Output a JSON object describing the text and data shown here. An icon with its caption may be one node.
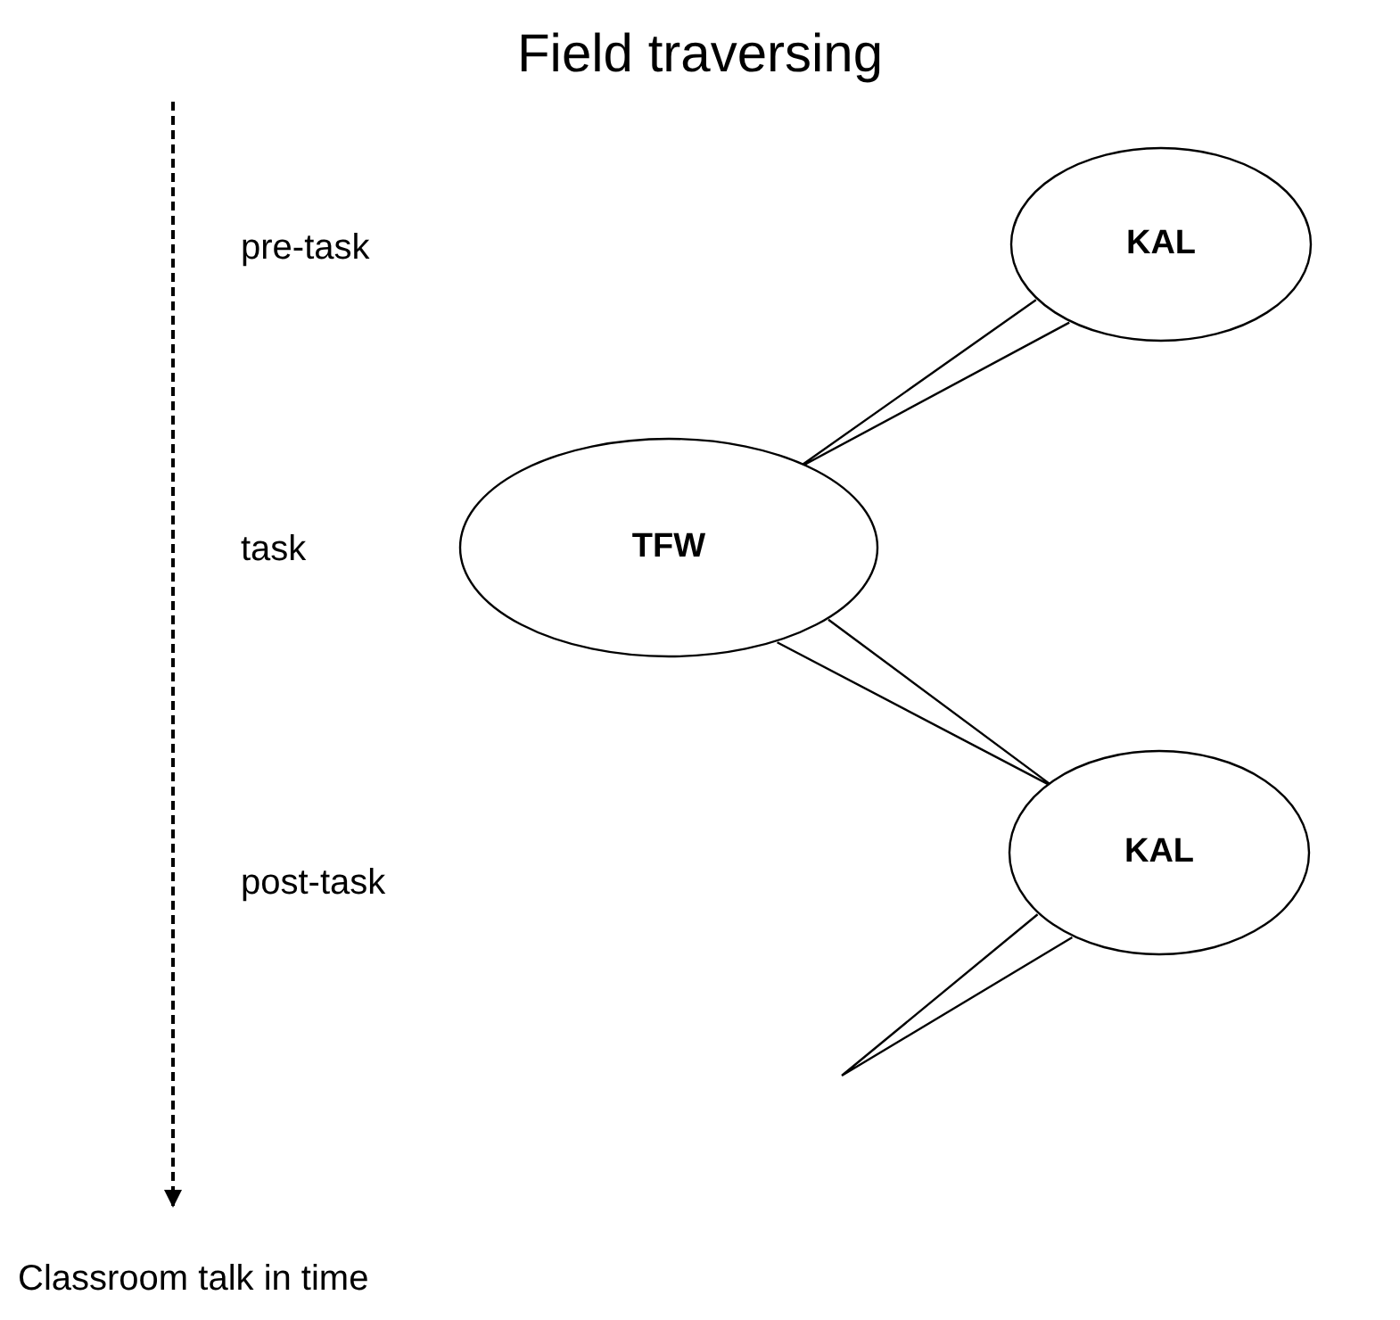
{
  "diagram": {
    "title": "Field traversing",
    "nodes": [
      {
        "text": [
          "KAL"
        ]
      },
      {
        "text": [
          "TFW"
        ]
      },
      {
        "text": [
          "KAL"
        ]
      }
    ],
    "edges": [
      {
        "from": 0,
        "to": 1,
        "arrow": "none"
      },
      {
        "from": 1,
        "to": 2,
        "arrow": "none"
      },
      {
        "from": 2,
        "to": null,
        "arrow": "none"
      }
    ],
    "labels": [
      "pre-task",
      "task",
      "post-task",
      "Classroom talk in time"
    ]
  }
}
